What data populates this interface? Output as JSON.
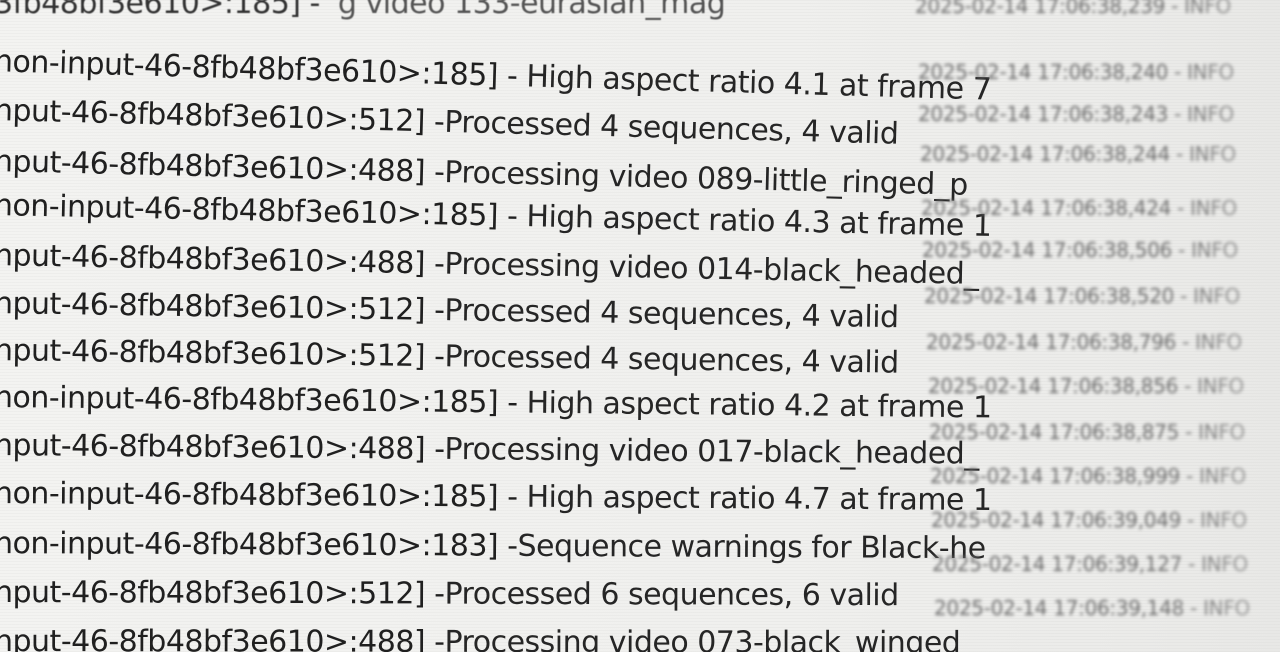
{
  "log": {
    "lines": [
      {
        "source": "hon-input-46-8fb48bf3e610>:185] -",
        "message": " High aspect ratio 4.1 at frame 7",
        "timestamp": "2025-02-14 17:06:38,240 - INFO"
      },
      {
        "source": "nput-46-8fb48bf3e610>:512] -",
        "message": "Processed 4 sequences, 4 valid",
        "timestamp": "2025-02-14 17:06:38,243 - INFO"
      },
      {
        "source": "nput-46-8fb48bf3e610>:488] -",
        "message": "Processing video 089-little_ringed_p",
        "timestamp": "2025-02-14 17:06:38,244 - INFO"
      },
      {
        "source": "hon-input-46-8fb48bf3e610>:185] -",
        "message": " High aspect ratio 4.3 at frame 1",
        "timestamp": "2025-02-14 17:06:38,424 - INFO"
      },
      {
        "source": "nput-46-8fb48bf3e610>:488] -",
        "message": "Processing video 014-black_headed_",
        "timestamp": "2025-02-14 17:06:38,506 - INFO"
      },
      {
        "source": "nput-46-8fb48bf3e610>:512] -",
        "message": "Processed 4 sequences, 4 valid",
        "timestamp": "2025-02-14 17:06:38,520 - INFO"
      },
      {
        "source": "nput-46-8fb48bf3e610>:512] -",
        "message": "Processed 4 sequences, 4 valid",
        "timestamp": "2025-02-14 17:06:38,796 - INFO"
      },
      {
        "source": "hon-input-46-8fb48bf3e610>:185] -",
        "message": " High aspect ratio 4.2 at frame 1",
        "timestamp": "2025-02-14 17:06:38,856 - INFO"
      },
      {
        "source": "nput-46-8fb48bf3e610>:488] -",
        "message": "Processing video 017-black_headed_",
        "timestamp": "2025-02-14 17:06:38,875 - INFO"
      },
      {
        "source": "hon-input-46-8fb48bf3e610>:185] -",
        "message": " High aspect ratio 4.7 at frame 1",
        "timestamp": "2025-02-14 17:06:38,999 - INFO"
      },
      {
        "source": "hon-input-46-8fb48bf3e610>:183] -",
        "message": "Sequence warnings for Black-he",
        "timestamp": "2025-02-14 17:06:39,049 - INFO"
      },
      {
        "source": "nput-46-8fb48bf3e610>:512] -",
        "message": "Processed 6 sequences, 6 valid",
        "timestamp": "2025-02-14 17:06:39,127 - INFO"
      },
      {
        "source": "nput-46-8fb48bf3e610>:488] -",
        "message": "Processing video 073-black_winged",
        "timestamp": "2025-02-14 17:06:39,148 - INFO"
      }
    ]
  }
}
